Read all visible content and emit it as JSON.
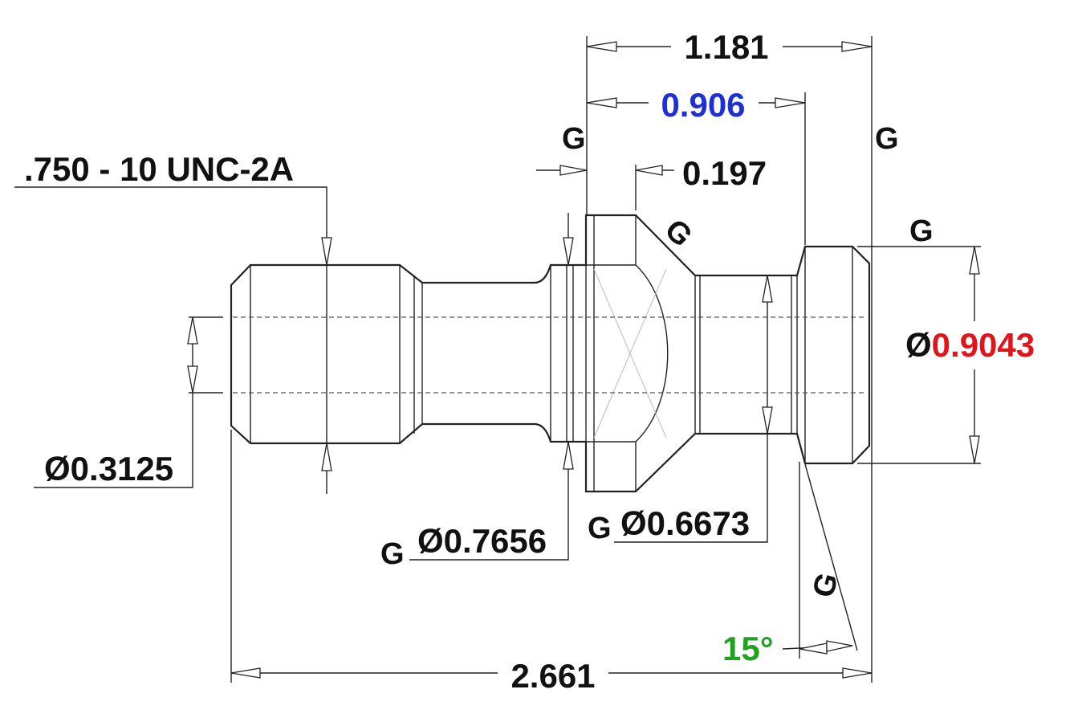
{
  "dimensions": {
    "overall_length": "1.181",
    "reference_length": "0.906",
    "flange_chamfer": "0.197",
    "total_length": "2.661",
    "thread_spec": ".750 - 10 UNC-2A",
    "bore_dia": "Ø0.3125",
    "groove_dia": "Ø0.7656",
    "neck_dia": "Ø0.6673",
    "head_dia_symbol": "Ø",
    "head_dia_value": "0.9043",
    "angle": "15°"
  },
  "gd_markers": {
    "g1": "G",
    "g2": "G",
    "g3": "G",
    "g4": "G",
    "g5": "G",
    "g6": "G",
    "g7": "G"
  },
  "colors": {
    "reference_length": "#1f2fd6",
    "head_dia_value": "#e0141a",
    "angle": "#22a022",
    "line": "#222222"
  }
}
